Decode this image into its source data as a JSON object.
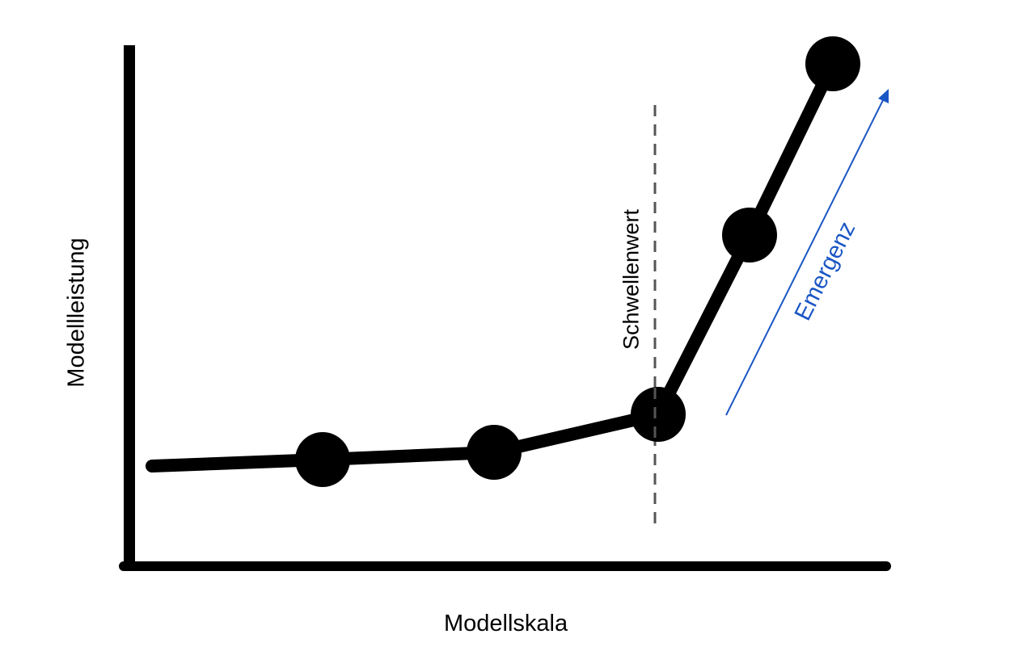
{
  "chart_data": {
    "type": "line",
    "title": "",
    "xlabel": "Modellskala",
    "ylabel": "Modellleistung",
    "grid": false,
    "legend": null,
    "ticks": false,
    "series": [
      {
        "name": "Modellleistung",
        "x": [
          0,
          1,
          2,
          3,
          4,
          5
        ],
        "values": [
          0.2,
          0.21,
          0.23,
          0.31,
          0.66,
          1.0
        ],
        "markers": [
          false,
          true,
          true,
          true,
          true,
          true
        ]
      }
    ],
    "annotations": [
      {
        "type": "vline",
        "label": "Schwellenwert",
        "x": 3,
        "style": "dashed",
        "color": "#555555"
      },
      {
        "type": "arrow",
        "label": "Emergenz",
        "color": "#1a56c4",
        "from_x": 3.4,
        "to_x": 4.4
      }
    ]
  },
  "labels": {
    "x_axis": "Modellskala",
    "y_axis": "Modellleistung",
    "threshold": "Schwellenwert",
    "emergence": "Emergenz"
  },
  "colors": {
    "axis": "#000000",
    "line": "#000000",
    "threshold": "#555555",
    "emergence": "#1a56c4"
  }
}
